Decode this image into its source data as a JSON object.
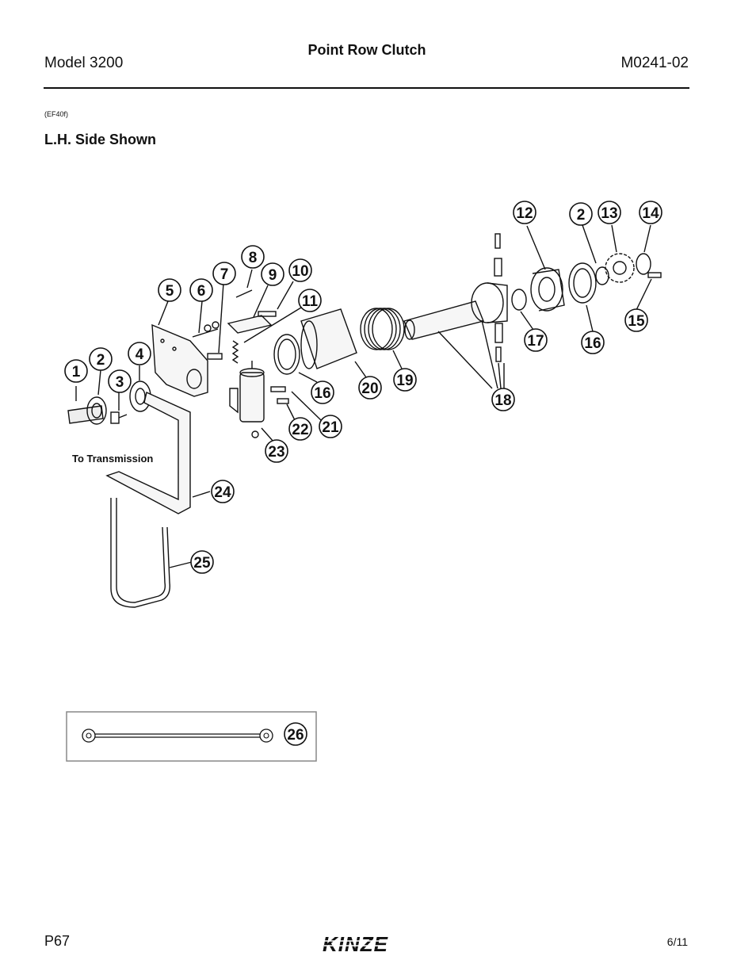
{
  "header": {
    "title": "Point Row Clutch",
    "model": "Model 3200",
    "manual_number": "M0241-02"
  },
  "figure_ref": "(EF40f)",
  "subheading": "L.H. Side Shown",
  "diagram": {
    "annotation": "To Transmission",
    "callouts": [
      "1",
      "2",
      "3",
      "4",
      "5",
      "6",
      "7",
      "8",
      "9",
      "10",
      "11",
      "12",
      "2",
      "13",
      "14",
      "15",
      "16",
      "17",
      "18",
      "19",
      "20",
      "16",
      "21",
      "22",
      "23",
      "24",
      "25",
      "26"
    ]
  },
  "footer": {
    "page": "P67",
    "date": "6/11",
    "brand": "KINZE"
  },
  "colors": {
    "ink": "#111111",
    "frame": "#888888"
  }
}
